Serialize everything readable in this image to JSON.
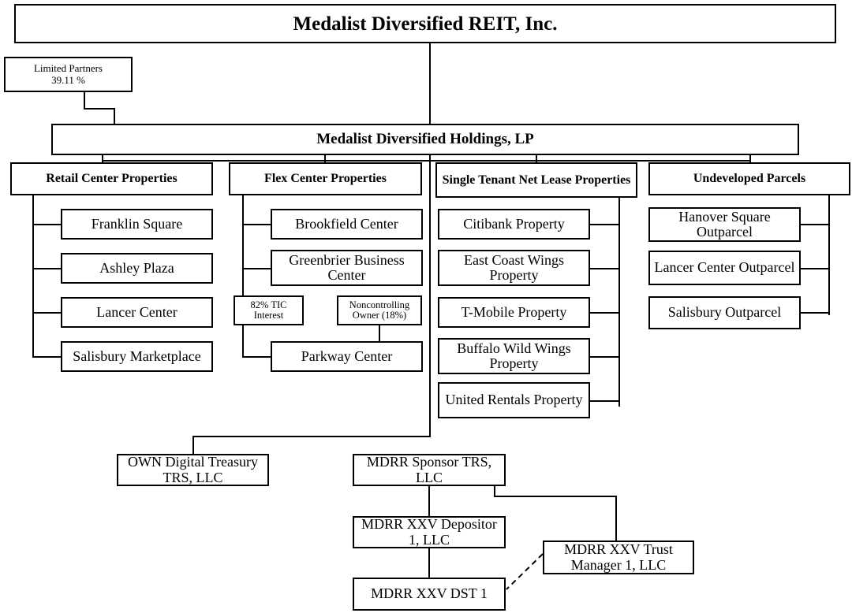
{
  "diagram": {
    "type": "organizational-chart",
    "title": "Medalist Diversified REIT, Inc.",
    "root": {
      "label": "Medalist Diversified REIT, Inc."
    },
    "limited_partners": {
      "label": "Limited Partners",
      "percent": "39.11 %"
    },
    "holdings": {
      "label": "Medalist Diversified Holdings, LP"
    },
    "categories": [
      {
        "id": "retail",
        "label": "Retail Center Properties",
        "children": [
          {
            "label": "Franklin Square"
          },
          {
            "label": "Ashley Plaza"
          },
          {
            "label": "Lancer Center"
          },
          {
            "label": "Salisbury Marketplace"
          }
        ]
      },
      {
        "id": "flex",
        "label": "Flex Center Properties",
        "children": [
          {
            "label": "Brookfield Center"
          },
          {
            "label": "Greenbrier Business Center"
          },
          {
            "label": "Parkway Center"
          }
        ],
        "tic_interest": {
          "label": "82% TIC Interest"
        },
        "noncontrolling_owner": {
          "label": "Noncontrolling Owner (18%)"
        }
      },
      {
        "id": "single-tenant",
        "label": "Single Tenant Net Lease Properties",
        "children": [
          {
            "label": "Citibank Property"
          },
          {
            "label": "East Coast Wings Property"
          },
          {
            "label": "T-Mobile Property"
          },
          {
            "label": "Buffalo Wild Wings Property"
          },
          {
            "label": "United Rentals Property"
          }
        ]
      },
      {
        "id": "undeveloped",
        "label": "Undeveloped Parcels",
        "children": [
          {
            "label": "Hanover Square Outparcel"
          },
          {
            "label": "Lancer Center Outparcel"
          },
          {
            "label": "Salisbury Outparcel"
          }
        ]
      }
    ],
    "subsidiaries": {
      "own_digital": {
        "label": "OWN Digital Treasury TRS, LLC"
      },
      "mdrr_sponsor": {
        "label": "MDRR Sponsor TRS, LLC"
      },
      "mdrr_depositor": {
        "label": "MDRR XXV Depositor 1, LLC"
      },
      "mdrr_dst": {
        "label": "MDRR XXV DST 1"
      },
      "mdrr_trust_manager": {
        "label": "MDRR XXV Trust Manager 1, LLC"
      }
    },
    "colors": {
      "line": "#000000",
      "box_fill": "#ffffff",
      "text": "#000000"
    }
  }
}
